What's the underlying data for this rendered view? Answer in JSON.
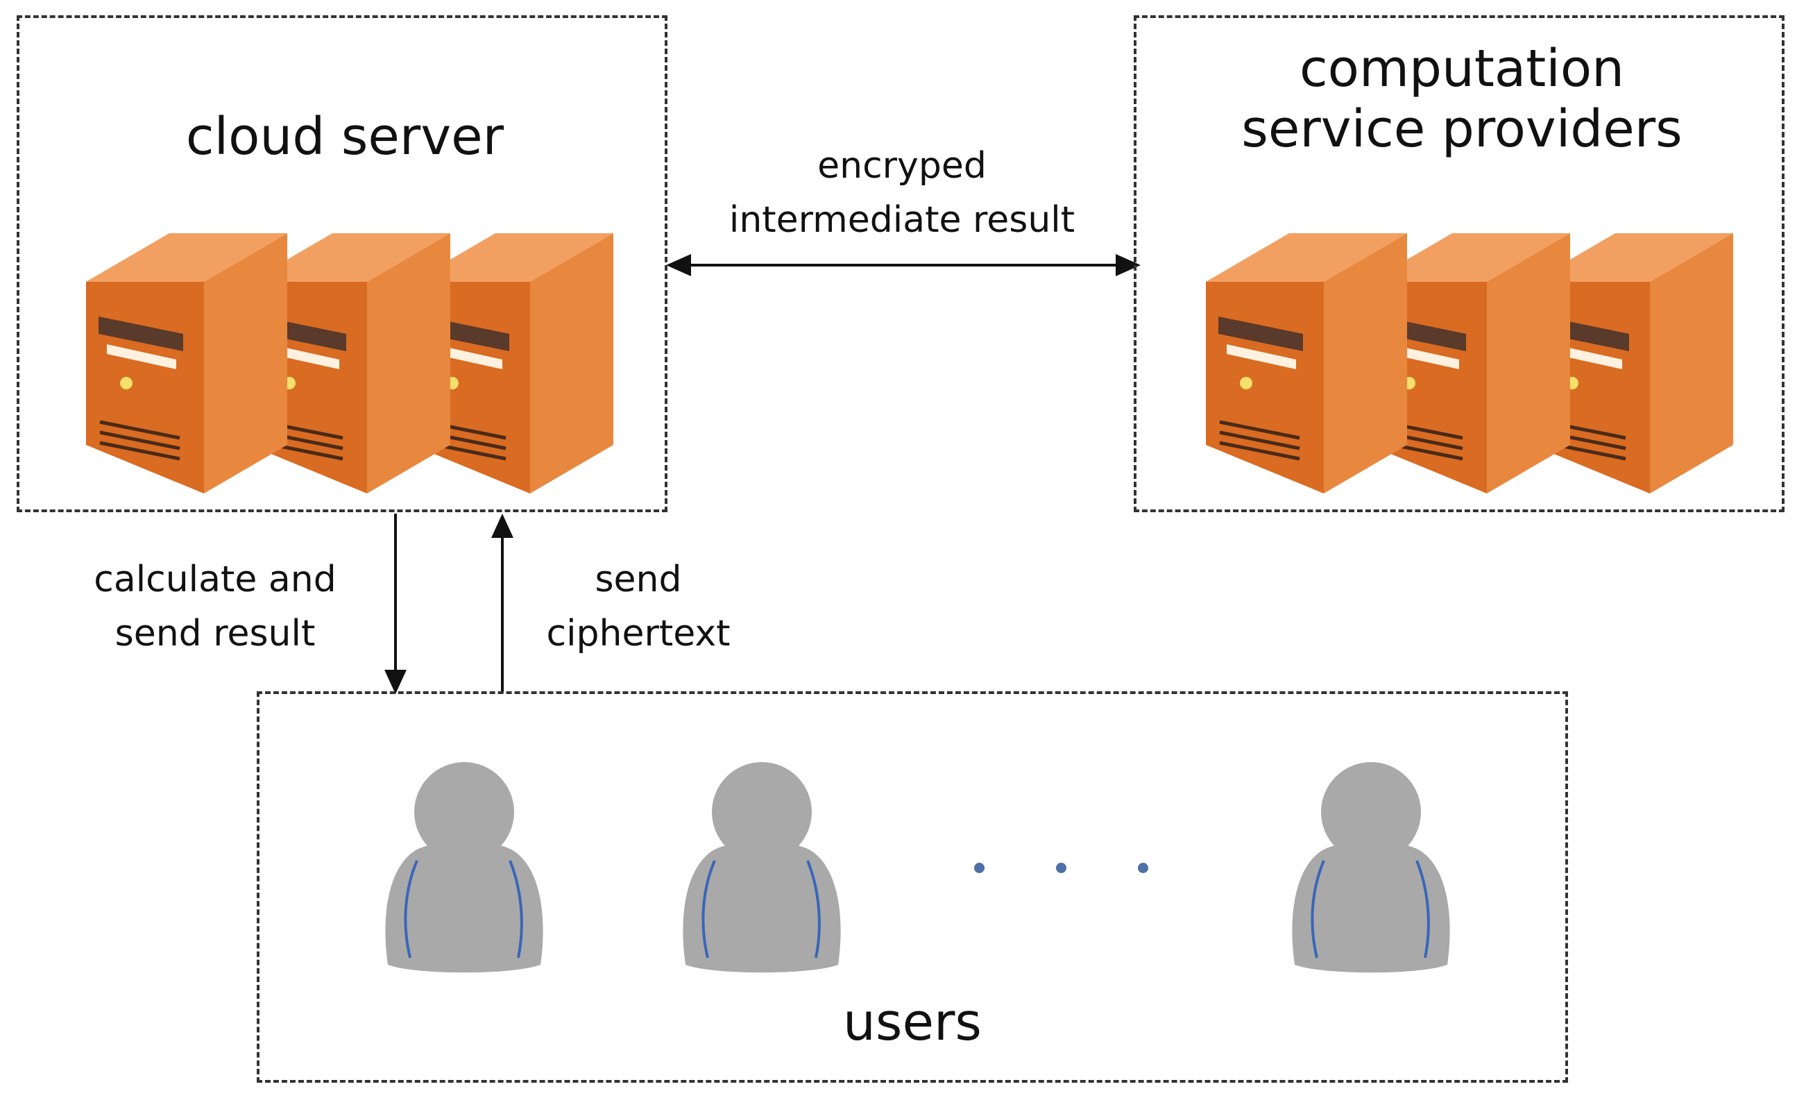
{
  "cloud_server": {
    "title": "cloud server"
  },
  "providers": {
    "title_line1": "computation",
    "title_line2": "service providers"
  },
  "users": {
    "title": "users",
    "count_shown": 3,
    "ellipsis_dots": 3
  },
  "edges": {
    "cloud_providers": {
      "line1": "encryped",
      "line2": "intermediate result",
      "direction": "bidirectional"
    },
    "cloud_to_users": {
      "line1": "calculate and",
      "line2": "send result"
    },
    "users_to_cloud": {
      "line1": "send",
      "line2": "ciphertext"
    }
  },
  "icons": {
    "server": "server-tower-icon",
    "user": "user-person-icon"
  },
  "colors": {
    "server_front": "#d96b22",
    "server_side": "#e8883f",
    "server_top": "#f2a062",
    "person": "#a9a9a9",
    "person_accent": "#3a66b8",
    "dots": "#4f6fa8",
    "border": "#333333",
    "arrow": "#111111"
  }
}
